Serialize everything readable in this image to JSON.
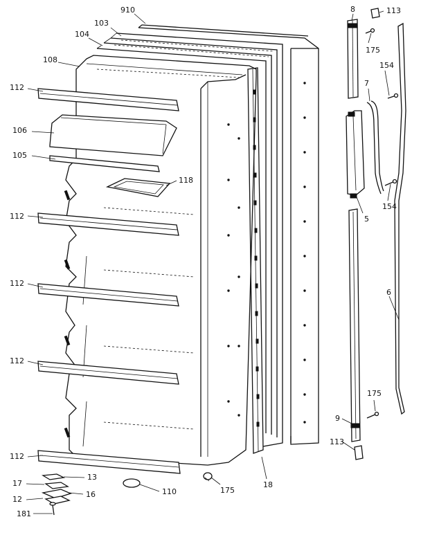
{
  "labels": {
    "l910": "910",
    "l103": "103",
    "l104": "104",
    "l108": "108",
    "l112a": "112",
    "l106": "106",
    "l105": "105",
    "l118": "118",
    "l112b": "112",
    "l112c": "112",
    "l112d": "112",
    "l112e": "112",
    "l17": "17",
    "l13": "13",
    "l12": "12",
    "l16": "16",
    "l181": "181",
    "l110": "110",
    "l175a": "175",
    "l18": "18",
    "l8": "8",
    "l113a": "113",
    "l175b": "175",
    "l154a": "154",
    "l7": "7",
    "l5": "5",
    "l154b": "154",
    "l6": "6",
    "l175c": "175",
    "l9": "9",
    "l113b": "113"
  }
}
